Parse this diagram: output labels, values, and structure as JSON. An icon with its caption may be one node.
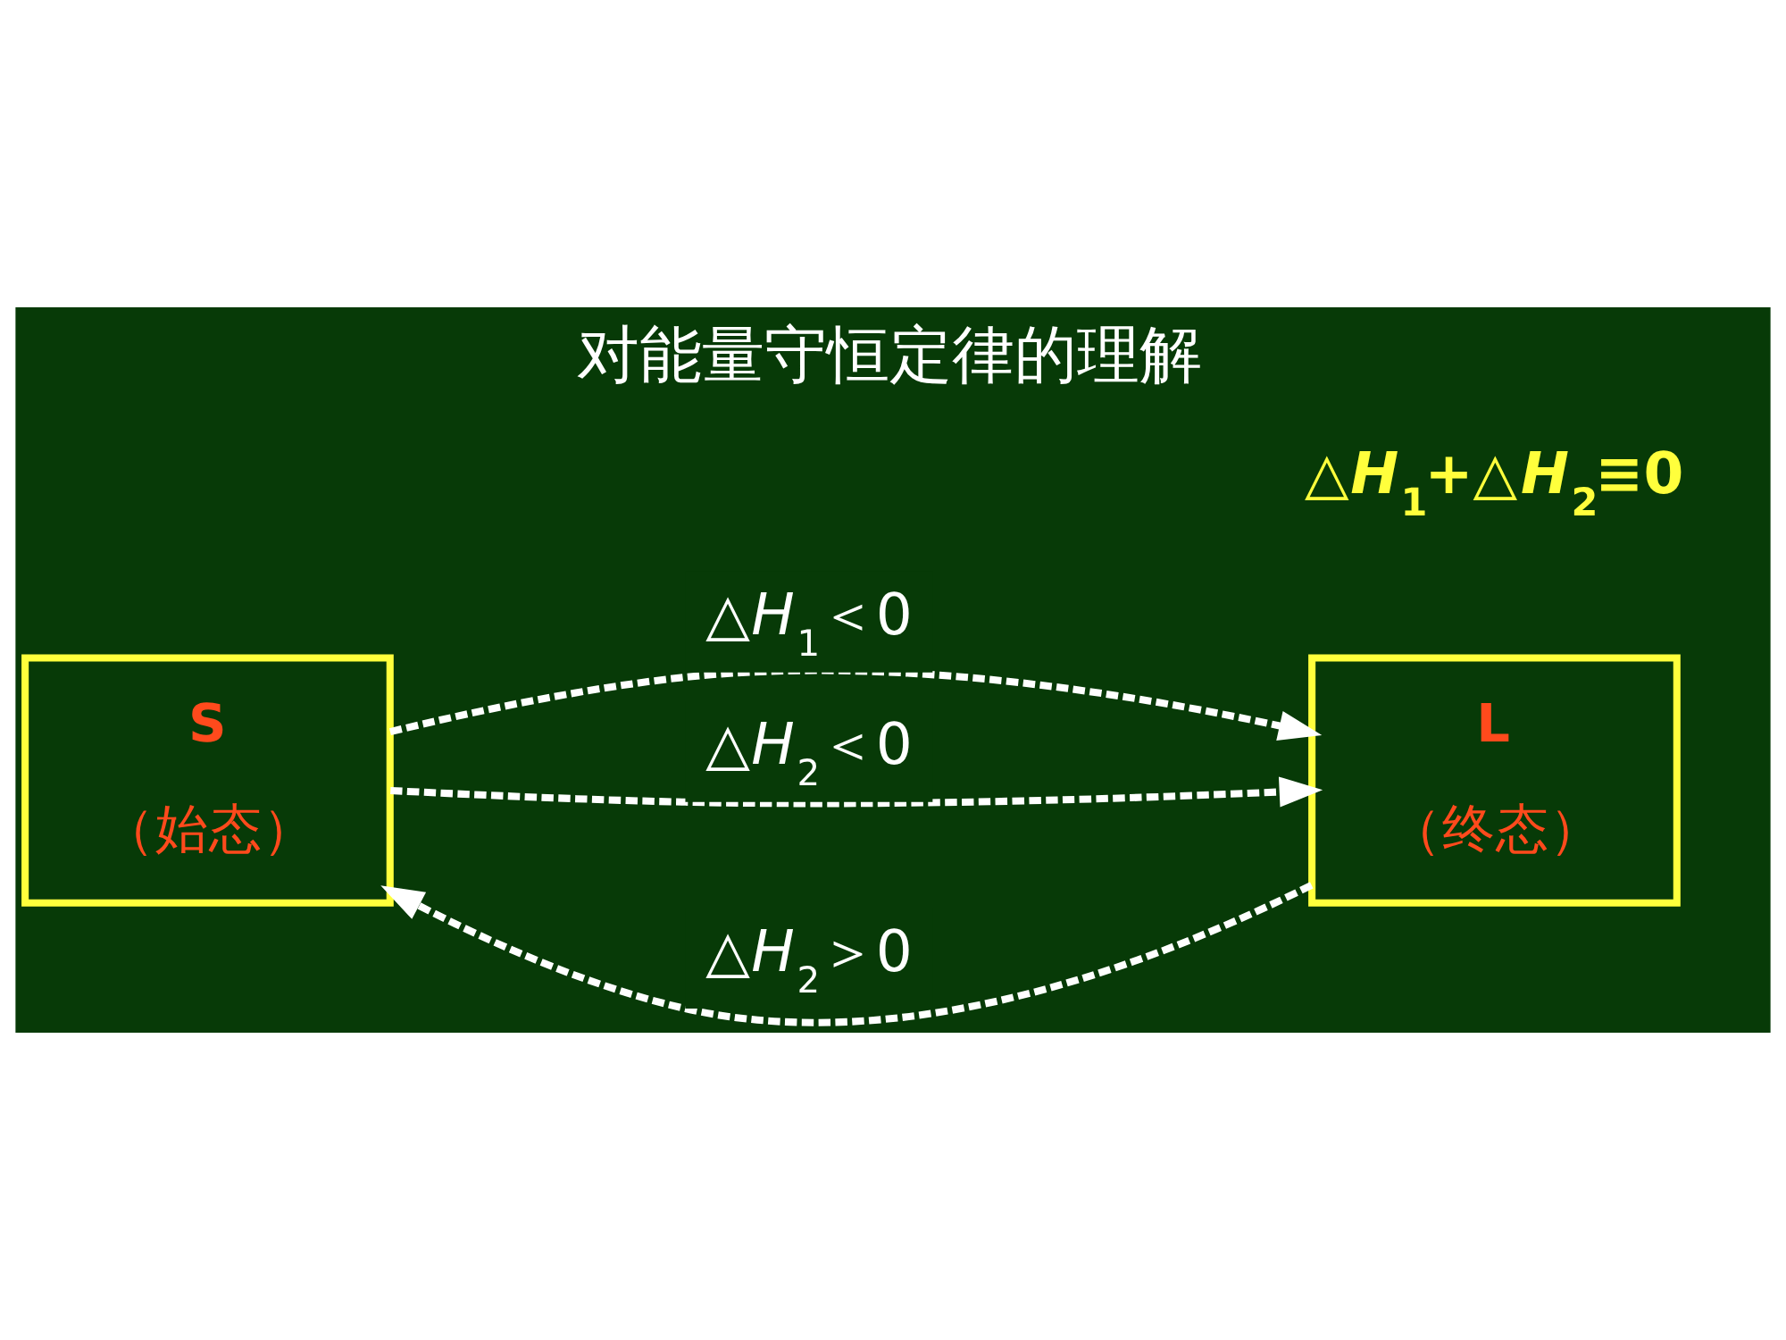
{
  "diagram": {
    "title": "对能量守恒定律的理解",
    "nodes": [
      {
        "text": [
          "S",
          "（始态）"
        ]
      },
      {
        "text": [
          "L",
          "（终态）"
        ]
      }
    ],
    "edges": [
      {
        "from": 0,
        "to": 1,
        "arrow": "to",
        "label": "△*H*$_{1}$＜0",
        "style": "dashed"
      },
      {
        "from": 1,
        "to": 0,
        "arrow": "to",
        "label": "△*H*$_{2}$＞0",
        "style": "dashed"
      },
      {
        "from": 0,
        "to": 1,
        "arrow": "to",
        "label": "△*H*$_{2}$＜0",
        "style": "dashed"
      }
    ],
    "labels": [
      "△*H*$_{1}$+△*H*$_{2}$≡0"
    ]
  }
}
